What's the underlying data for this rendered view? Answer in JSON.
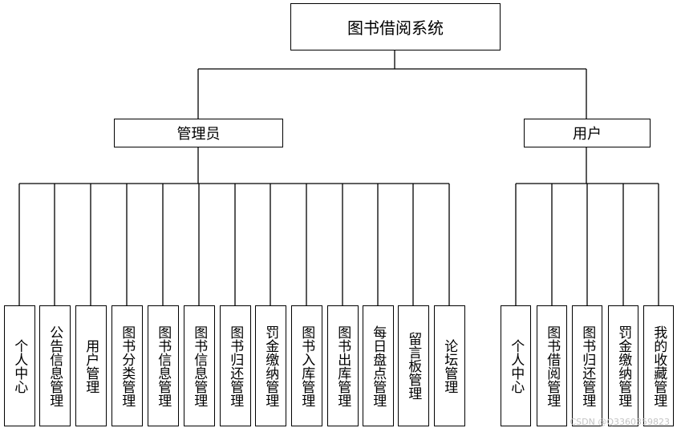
{
  "root": {
    "label": "图书借阅系统"
  },
  "groups": [
    {
      "label": "管理员",
      "children": [
        "个人中心",
        "公告信息管理",
        "用户管理",
        "图书分类管理",
        "图书信息管理",
        "图书信息管理",
        "图书归还管理",
        "罚金缴纳管理",
        "图书入库管理",
        "图书出库管理",
        "每日盘点管理",
        "留言板管理",
        "论坛管理"
      ]
    },
    {
      "label": "用户",
      "children": [
        "个人中心",
        "图书借阅管理",
        "图书归还管理",
        "罚金缴纳管理",
        "我的收藏管理"
      ]
    }
  ],
  "watermark": "CSDN @Q3360359823"
}
